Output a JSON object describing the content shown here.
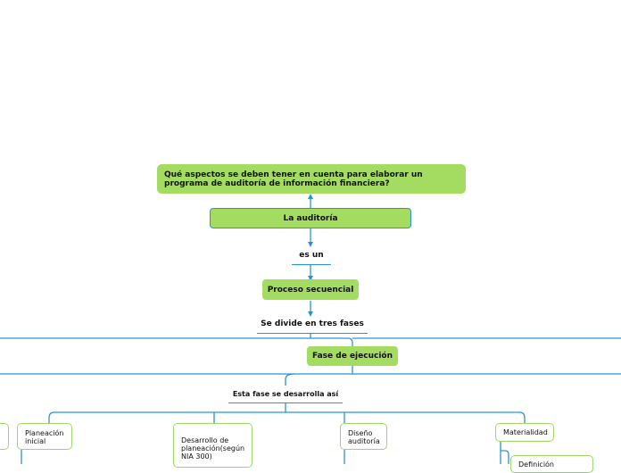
{
  "colors": {
    "node_green": "#a4dc62",
    "line_blue": "#2a93d5",
    "box_border": "#9fd66a"
  },
  "nodes": {
    "question": "Qué aspectos se deben tener en cuenta para elaborar un programa de auditoría de información financiera?",
    "auditoria": "La auditoría",
    "es_un": "es un",
    "proceso": "Proceso secuencial",
    "se_divide": "Se divide en tres fases",
    "fase_ejecucion": "Fase de ejecución",
    "esta_fase": "Esta fase se desarrolla así",
    "planeacion_inicial": "Planeación inicial",
    "desarrollo_planeacion": "Desarrollo de planeación(según NIA 300)",
    "diseno_auditoria": "Diseño auditoría",
    "materialidad": "Materialidad",
    "definicion_partial": "Definición"
  }
}
